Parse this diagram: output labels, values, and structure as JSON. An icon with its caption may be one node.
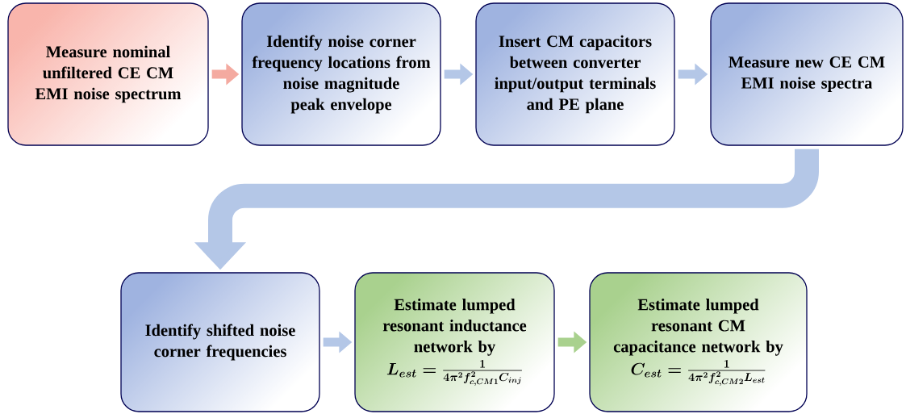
{
  "diagram": {
    "nodes": [
      {
        "text": [
          "Measure nominal unfiltered CE CM EMI noise spectrum"
        ]
      },
      {
        "text": [
          "Identify noise corner frequency locations from noise magnitude peak envelope"
        ]
      },
      {
        "text": [
          "Insert CM capacitors between converter input/output terminals and PE plane"
        ]
      },
      {
        "text": [
          "Measure new CE CM EMI noise spectra"
        ]
      },
      {
        "text": [
          "Identify shifted noise corner frequencies"
        ]
      },
      {
        "text": [
          "Estimate lumped resonant inductance network by",
          "\\boldsymbol{L_{est} = \\frac{1}{4\\pi^2 f_{c,CM1}^2 C_{inj}}}"
        ]
      },
      {
        "text": [
          "Estimate lumped resonant CM capacitance network by",
          "\\boldsymbol{C_{est} = \\frac{1}{4\\pi^2 f_{c,CM2}^2 L_{est}}}"
        ]
      }
    ],
    "edges": [
      {
        "from": 0,
        "to": 1,
        "arrow": "to",
        "color": "#f4aaa0"
      },
      {
        "from": 1,
        "to": 2,
        "arrow": "to"
      },
      {
        "from": 2,
        "to": 3,
        "arrow": "to"
      },
      {
        "from": 3,
        "to": 4,
        "arrow": "to",
        "style": "thick"
      },
      {
        "from": 4,
        "to": 5,
        "arrow": "to"
      },
      {
        "from": 5,
        "to": 6,
        "arrow": "to",
        "color": "#a9d18e"
      }
    ]
  }
}
